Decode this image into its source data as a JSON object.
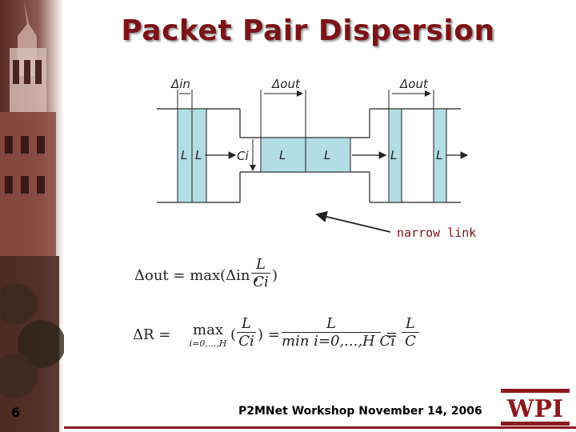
{
  "slide": {
    "title": "Packet Pair Dispersion",
    "page_number": "6",
    "footer_text": "P2MNet Workshop November 14, 2006",
    "logo_text": "WPI"
  },
  "diagram": {
    "delta_in_label": "Δin",
    "delta_out_label_mid": "Δout",
    "delta_out_label_right": "Δout",
    "capacity_label": "Ci",
    "packet_label": "L",
    "annotation": "narrow link"
  },
  "equations": {
    "eq1_lhs": "Δout = max(Δin ,",
    "eq1_num": "L",
    "eq1_den": "Ci",
    "eq1_close": ")",
    "eq2_lhs": "ΔR =",
    "eq2_max": "max",
    "eq2_sub": "i=0,...,H",
    "eq2_num": "L",
    "eq2_den": "Ci",
    "eq2_mid_num": "L",
    "eq2_mid_den": "min i=0,...,H Ci",
    "eq2_rhs_num": "L",
    "eq2_rhs_den": "C"
  },
  "colors": {
    "accent": "#7a1418",
    "packet_fill": "#b2dde4",
    "line": "#222222"
  }
}
